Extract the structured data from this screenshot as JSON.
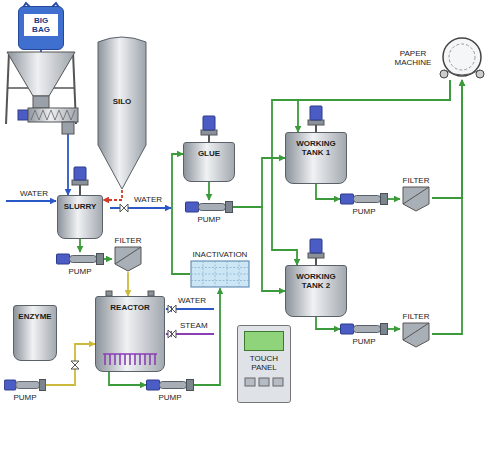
{
  "diagram": {
    "nodes": [
      {
        "text": [
          "BIG BAG"
        ]
      },
      {
        "text": [
          "SILO"
        ]
      },
      {
        "text": [
          "SLURRY"
        ]
      },
      {
        "text": [
          "PUMP"
        ]
      },
      {
        "text": [
          "FILTER"
        ]
      },
      {
        "text": [
          "GLUE"
        ]
      },
      {
        "text": [
          "PUMP"
        ]
      },
      {
        "text": [
          "INACTIVATION"
        ]
      },
      {
        "text": [
          "REACTOR"
        ]
      },
      {
        "text": [
          "PUMP"
        ]
      },
      {
        "text": [
          "ENZYME"
        ]
      },
      {
        "text": [
          "PUMP"
        ]
      },
      {
        "text": [
          "TOUCH PANEL"
        ]
      },
      {
        "text": [
          "WORKING TANK 1"
        ]
      },
      {
        "text": [
          "PUMP"
        ]
      },
      {
        "text": [
          "FILTER"
        ]
      },
      {
        "text": [
          "WORKING TANK 2"
        ]
      },
      {
        "text": [
          "PUMP"
        ]
      },
      {
        "text": [
          "FILTER"
        ]
      },
      {
        "text": [
          "PAPER MACHINE"
        ]
      }
    ],
    "edges": [
      {
        "from": 0,
        "to": 2,
        "arrow": "to"
      },
      {
        "from": 1,
        "to": 2,
        "arrow": "to"
      },
      {
        "from": 2,
        "to": 3,
        "arrow": "to"
      },
      {
        "from": 3,
        "to": 4,
        "arrow": "to"
      },
      {
        "from": 4,
        "to": 8,
        "arrow": "to"
      },
      {
        "from": 11,
        "to": 8,
        "arrow": "to"
      },
      {
        "from": 8,
        "to": 9,
        "arrow": "to"
      },
      {
        "from": 9,
        "to": 7,
        "arrow": "to"
      },
      {
        "from": 7,
        "to": 5,
        "arrow": "to"
      },
      {
        "from": 5,
        "to": 6,
        "arrow": "to"
      },
      {
        "from": 6,
        "to": 13,
        "arrow": "to"
      },
      {
        "from": 6,
        "to": 16,
        "arrow": "to"
      },
      {
        "from": 13,
        "to": 14,
        "arrow": "to"
      },
      {
        "from": 14,
        "to": 15,
        "arrow": "to"
      },
      {
        "from": 15,
        "to": 19,
        "arrow": "to"
      },
      {
        "from": 16,
        "to": 17,
        "arrow": "to"
      },
      {
        "from": 17,
        "to": 18,
        "arrow": "to"
      },
      {
        "from": 18,
        "to": 19,
        "arrow": "to"
      },
      {
        "from": 19,
        "to": 13,
        "arrow": "to"
      },
      {
        "from": 19,
        "to": 16,
        "arrow": "to"
      }
    ],
    "labels": [
      "WATER",
      "WATER",
      "WATER",
      "STEAM"
    ]
  }
}
